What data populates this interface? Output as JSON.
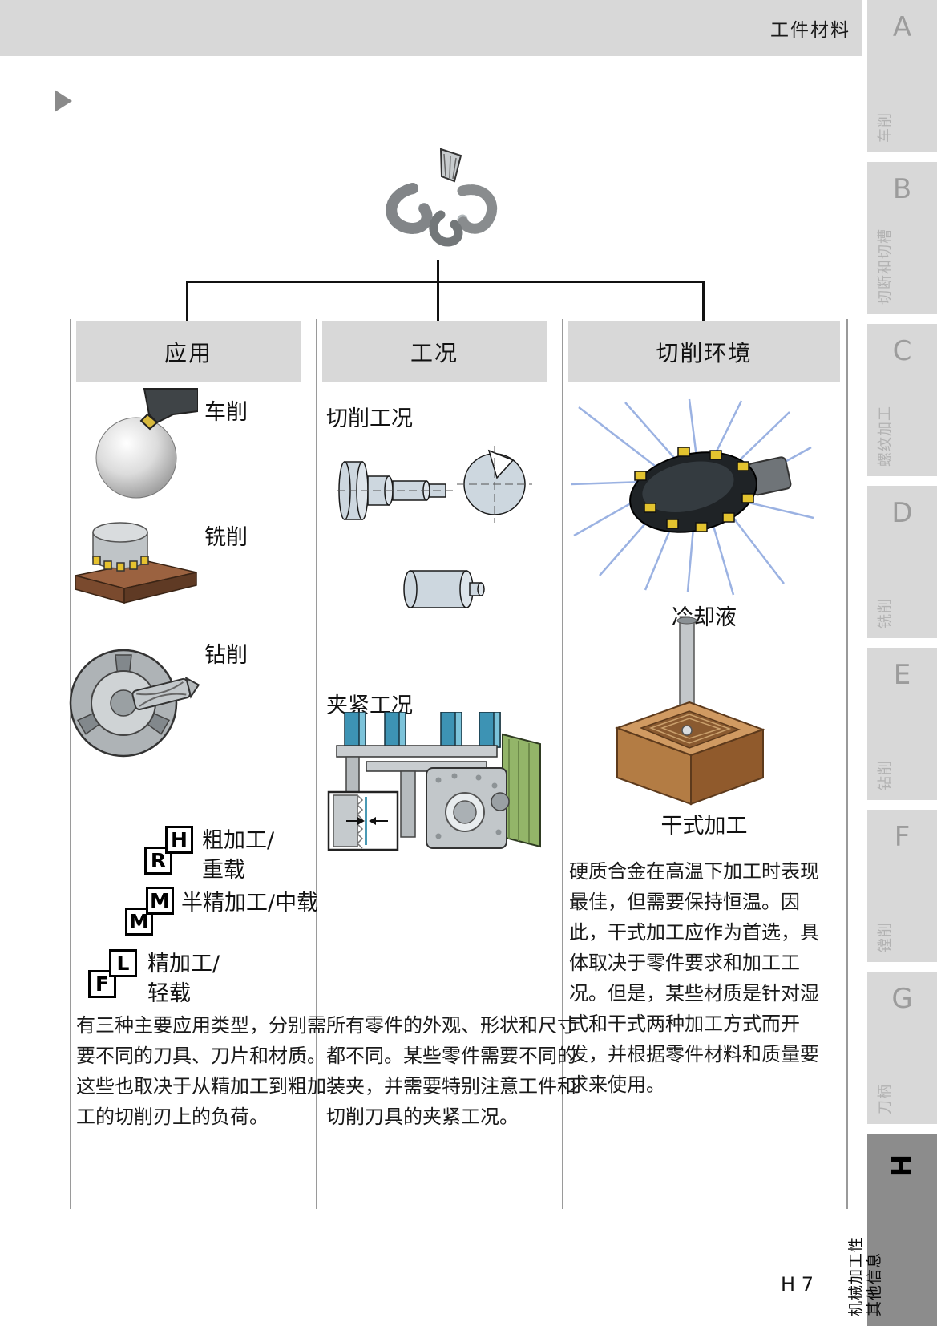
{
  "page": {
    "header_title": "工件材料",
    "page_number": "H 7",
    "marker_icon": "right-triangle-marker"
  },
  "colors": {
    "header_bar_bg": "#d8d8d8",
    "tab_bg": "#d8d8d8",
    "active_tab_bg": "#8c8c8c",
    "coolant_spray_blue": "#4a74cc",
    "insert_yellow": "#e3c32f"
  },
  "sidebar": {
    "tabs": [
      {
        "letter": "A",
        "label": "车削",
        "active": false
      },
      {
        "letter": "B",
        "label": "切断和切槽",
        "active": false
      },
      {
        "letter": "C",
        "label": "螺纹加工",
        "active": false
      },
      {
        "letter": "D",
        "label": "铣削",
        "active": false
      },
      {
        "letter": "E",
        "label": "钻削",
        "active": false
      },
      {
        "letter": "F",
        "label": "镗削",
        "active": false
      },
      {
        "letter": "G",
        "label": "刀柄",
        "active": false
      },
      {
        "letter": "H",
        "label": "机械加工性\n其他信息",
        "active": true
      }
    ]
  },
  "diagram": {
    "root_icon": "metal-chips-illustration",
    "columns": [
      {
        "header": "应用",
        "items": [
          {
            "label": "车削",
            "icon": "turning-illustration"
          },
          {
            "label": "铣削",
            "icon": "milling-illustration"
          },
          {
            "label": "钻削",
            "icon": "drilling-illustration"
          }
        ],
        "load_types": [
          {
            "front_letter": "H",
            "back_letter": "R",
            "label": "粗加工/\n重载"
          },
          {
            "front_letter": "M",
            "back_letter": "M",
            "label": "半精加工/中载"
          },
          {
            "front_letter": "L",
            "back_letter": "F",
            "label": "精加工/\n轻载"
          }
        ],
        "paragraph": "有三种主要应用类型，分别需要不同的刀具、刀片和材质。这些也取决于从精加工到粗加工的切削刃上的负荷。"
      },
      {
        "header": "工况",
        "sections": [
          {
            "label": "切削工况",
            "icon": "component-drawings-illustration"
          },
          {
            "label": "夹紧工况",
            "icon": "fixture-clamping-illustration"
          }
        ],
        "paragraph": "所有零件的外观、形状和尺寸都不同。某些零件需要不同的装夹，并需要特别注意工件和切削刀具的夹紧工况。"
      },
      {
        "header": "切削环境",
        "sections": [
          {
            "label": "冷却液",
            "icon": "coolant-milling-illustration"
          },
          {
            "label": "干式加工",
            "icon": "dry-machining-illustration"
          }
        ],
        "paragraph": "硬质合金在高温下加工时表现最佳，但需要保持恒温。因此，干式加工应作为首选，具体取决于零件要求和加工工况。但是，某些材质是针对湿式和干式两种加工方式而开发，并根据零件材料和质量要求来使用。"
      }
    ]
  }
}
